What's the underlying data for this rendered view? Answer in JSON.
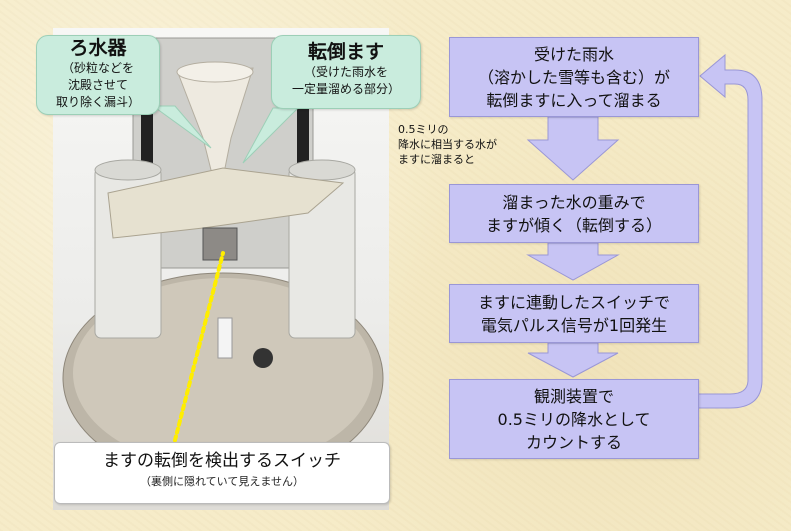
{
  "callouts": {
    "filter": {
      "title": "ろ水器",
      "sub": [
        "（砂粒などを",
        "沈殿させて",
        "取り除く漏斗）"
      ]
    },
    "bucket": {
      "title": "転倒ます",
      "sub": [
        "（受けた雨水を",
        "一定量溜める部分）"
      ]
    }
  },
  "caption": {
    "main": "ますの転倒を検出するスイッチ",
    "sub": "（裏側に隠れていて見えません）"
  },
  "flow": {
    "steps": [
      {
        "lines": [
          "受けた雨水",
          "（溶かした雪等も含む）が",
          "転倒ますに入って溜まる"
        ]
      },
      {
        "lines": [
          "溜まった水の重みで",
          "ますが傾く（転倒する）"
        ]
      },
      {
        "lines": [
          "ますに連動したスイッチで",
          "電気パルス信号が1回発生"
        ]
      },
      {
        "lines": [
          "観測装置で",
          "0.5ミリの降水として",
          "カウントする"
        ]
      }
    ],
    "note": [
      "0.5ミリの",
      "降水に相当する水が",
      "ますに溜まると"
    ]
  },
  "colors": {
    "flow_box": "#c7c4f4",
    "arrow": "#c7c4f4",
    "callout": "#c9ecdd",
    "pointer_dots": "#ffee00"
  }
}
